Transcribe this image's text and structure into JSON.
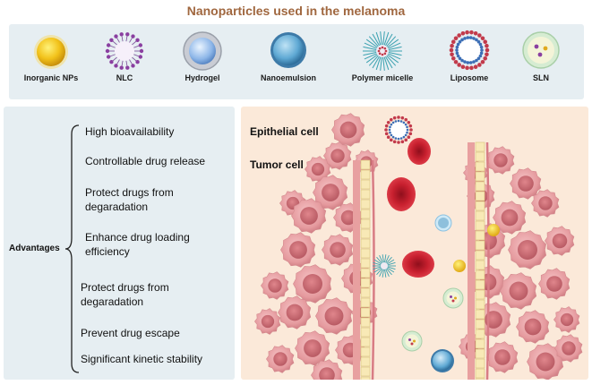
{
  "title": "Nanoparticles used in the melanoma",
  "nanoparticles": [
    {
      "label": "Inorganic NPs",
      "icon": "inorganic-np-icon"
    },
    {
      "label": "NLC",
      "icon": "nlc-icon"
    },
    {
      "label": "Hydrogel",
      "icon": "hydrogel-icon"
    },
    {
      "label": "Nanoemulsion",
      "icon": "nanoemulsion-icon"
    },
    {
      "label": "Polymer micelle",
      "icon": "polymer-micelle-icon"
    },
    {
      "label": "Liposome",
      "icon": "liposome-icon"
    },
    {
      "label": "SLN",
      "icon": "sln-icon"
    }
  ],
  "advantages": {
    "title": "Advantages",
    "items": [
      "High bioavailability",
      "Controllable drug release",
      "Protect drugs from degaradation",
      "Enhance drug loading efficiency",
      "Protect drugs from degaradation",
      "Prevent drug escape",
      "Significant kinetic stability"
    ]
  },
  "tissue": {
    "epithelial_label": "Epithelial cell",
    "tumor_label": "Tumor cell"
  },
  "colors": {
    "title": "#a0673f",
    "panel": "#e6eef2",
    "tissue_bg": "#fbe9d9",
    "tumor_cell": "#e59a9e",
    "red_blood_cell": "#c8202f",
    "gold": "#f2c21a",
    "liposome": "#c23a4b"
  }
}
